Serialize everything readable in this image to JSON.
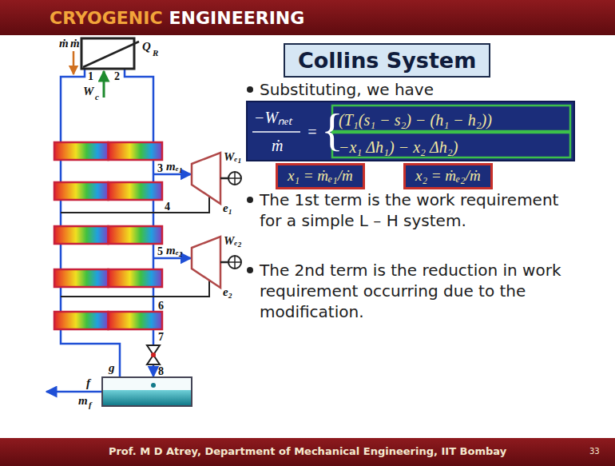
{
  "diagram": {
    "title": "Collins System",
    "nodes": [
      {
        "text": [
          "−Wₙₑₜ",
          "ṁ",
          "=",
          "{",
          "(T₁(s₁ − s₂) − (h₁ − h₂))",
          "−x₁ Δh₁) − x₂ Δh₂)"
        ]
      },
      {
        "text": [
          "x₁ = ṁₑ₁/ṁ"
        ]
      },
      {
        "text": [
          "x₂ = ṁₑ₂/ṁ"
        ]
      }
    ],
    "labels": [
      "CRYOGENIC",
      "ENGINEERING",
      "ṁ",
      "ṁ",
      "Q",
      "R",
      "1",
      "2",
      "W",
      "c",
      "3",
      "mₑ₁",
      "Wₑ₁",
      "e₁",
      "4",
      "5",
      "mₑ₂",
      "Wₑ₂",
      "e₂",
      "6",
      "7",
      "8",
      "g",
      "f",
      "m",
      "f",
      "Substituting, we have",
      "The 1st term is the work requirement for a simple L – H system.",
      "The 2nd term is the reduction in work requirement occurring due to the modification.",
      "Prof. M D Atrey, Department of Mechanical Engineering, IIT Bombay",
      "33"
    ]
  }
}
